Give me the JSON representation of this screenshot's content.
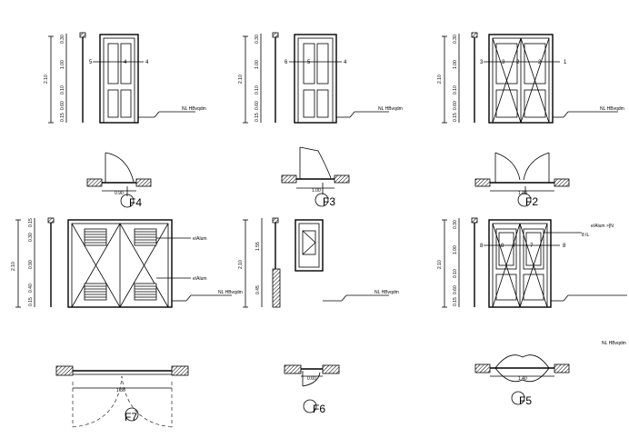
{
  "tags": {
    "f1": "F4",
    "f2": "F3",
    "f3": "F2",
    "f4": "F7",
    "f5": "F6",
    "f6": "F5"
  },
  "level_label": "NL HBvqdm",
  "note_alum": "e/Alum",
  "note_f5": "e/Alum >[N",
  "note_f5b": "8   IL",
  "dims": {
    "h_total": "2.10",
    "h_top": "0.30",
    "h_a": "1.00",
    "h_b": "0.10",
    "h_c": "0.60",
    "h_d": "0.15",
    "win_total": "1.55",
    "win_bottom": "0.45",
    "f7_top": "0.15",
    "f7_a": "0.30",
    "f7_b": "0.90",
    "f7_c": "0.40",
    "w1": "0.90",
    "w2": "1.00",
    "w3": "1.40",
    "w4": "1.80",
    "w5": "0.60"
  },
  "marks": {
    "m1": "5",
    "m2": "4",
    "m3": "3",
    "m4": "2",
    "m5": "1",
    "m6": "6",
    "m7": "7",
    "m8": "8"
  }
}
